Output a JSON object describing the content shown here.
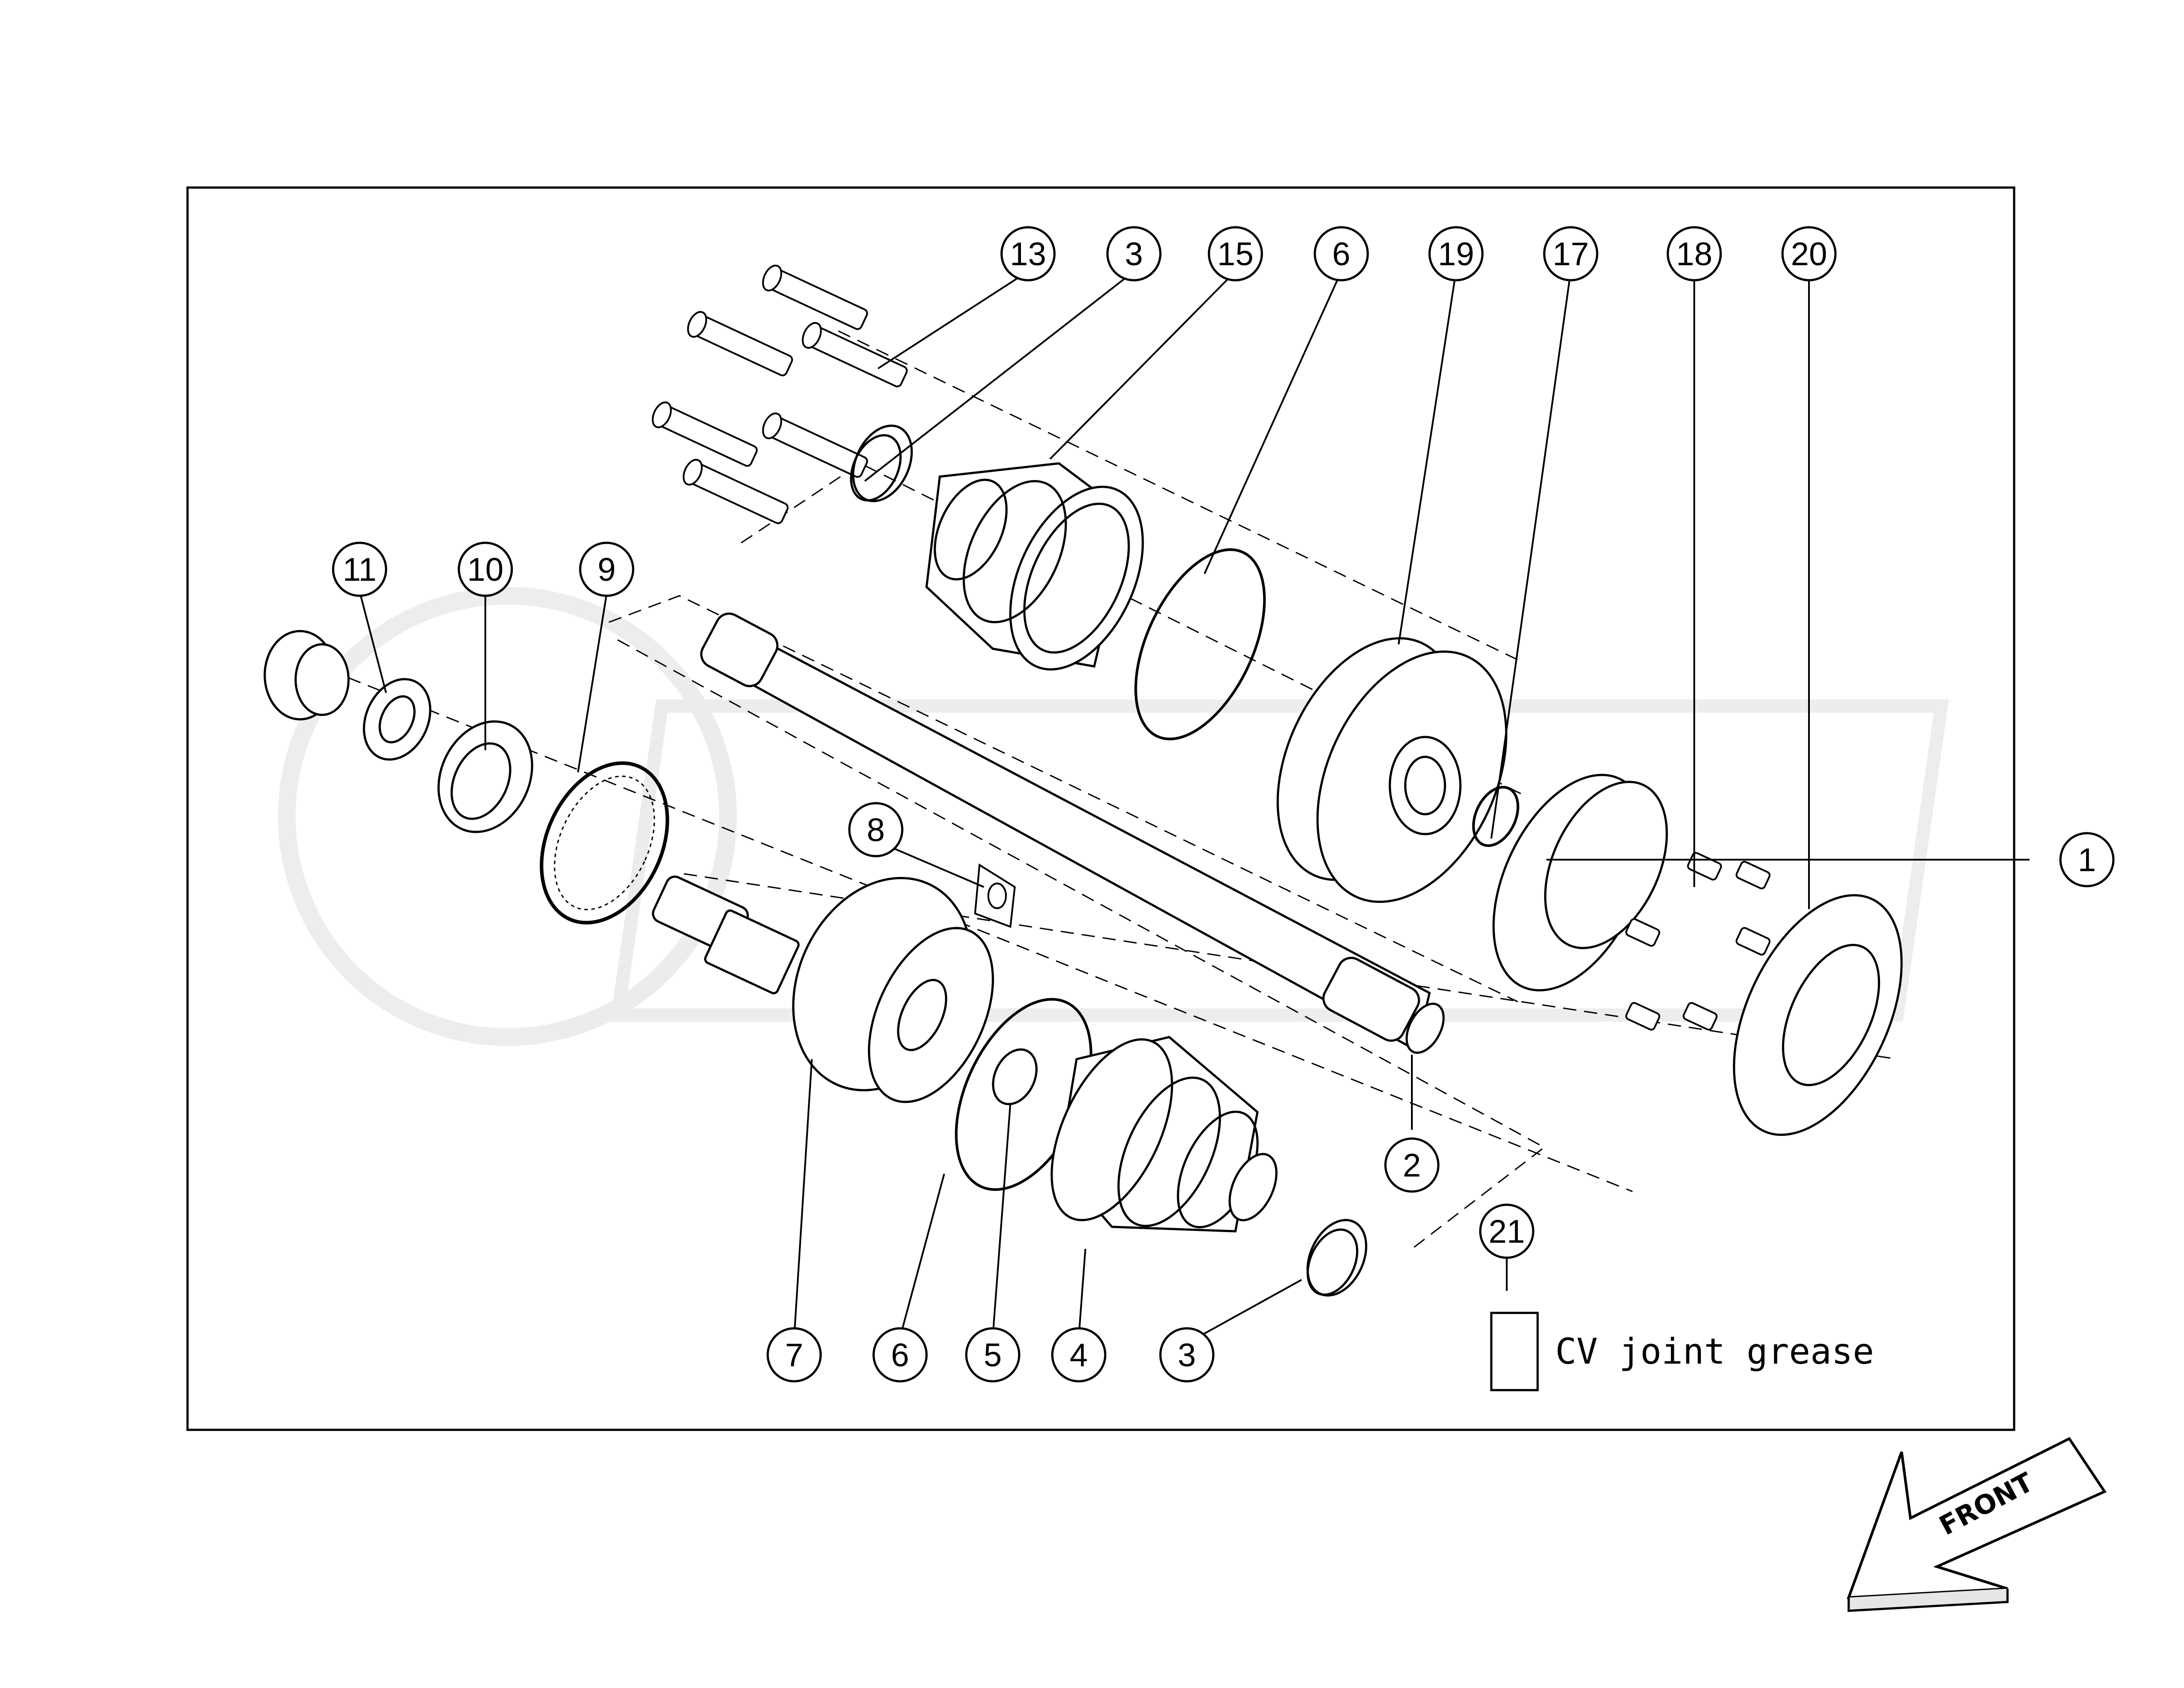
{
  "diagram": {
    "legend_label": "CV joint grease",
    "direction_label": "FRONT",
    "callouts": [
      {
        "id": "c13",
        "label": "13"
      },
      {
        "id": "c3a",
        "label": "3"
      },
      {
        "id": "c15",
        "label": "15"
      },
      {
        "id": "c6a",
        "label": "6"
      },
      {
        "id": "c19",
        "label": "19"
      },
      {
        "id": "c17",
        "label": "17"
      },
      {
        "id": "c18",
        "label": "18"
      },
      {
        "id": "c20",
        "label": "20"
      },
      {
        "id": "c11",
        "label": "11"
      },
      {
        "id": "c10",
        "label": "10"
      },
      {
        "id": "c9",
        "label": "9"
      },
      {
        "id": "c8",
        "label": "8"
      },
      {
        "id": "c1",
        "label": "1"
      },
      {
        "id": "c2",
        "label": "2"
      },
      {
        "id": "c21",
        "label": "21"
      },
      {
        "id": "c7",
        "label": "7"
      },
      {
        "id": "c6b",
        "label": "6"
      },
      {
        "id": "c5",
        "label": "5"
      },
      {
        "id": "c4",
        "label": "4"
      },
      {
        "id": "c3b",
        "label": "3"
      }
    ]
  }
}
